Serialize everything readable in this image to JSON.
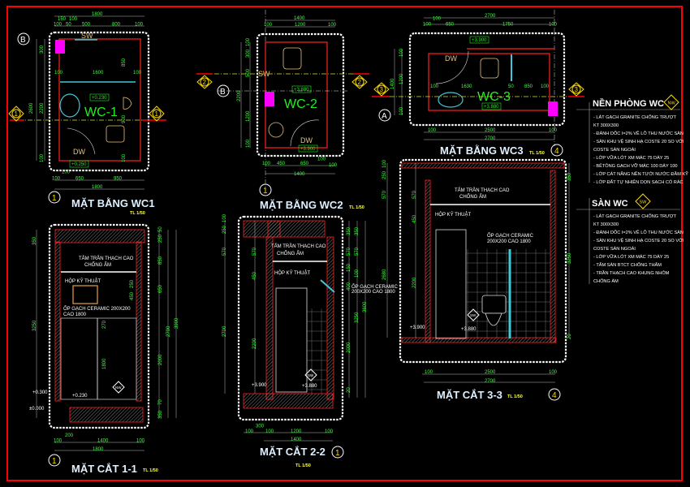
{
  "colors": {
    "background": "#000000",
    "border": "#ff0000",
    "walls": "#ff2020",
    "dimensions": "#3cff3c",
    "axis_markers": "#ffdd00",
    "fixtures": "#40c8d8",
    "window": "#ff00ff"
  },
  "wc1": {
    "title": "MẶT BẰNG WC1",
    "scale": "TL 1/50",
    "room": "WC-1",
    "door": "DW",
    "window": "SW",
    "levels": [
      "+0.230",
      "+0.250"
    ],
    "axes": {
      "row": "B",
      "grid": "1",
      "bottom": "1"
    },
    "dims_top": [
      "1800",
      "150",
      "100",
      "100",
      "50",
      "500",
      "800",
      "100"
    ],
    "dims_inner": [
      "100",
      "1600",
      "100",
      "850",
      "900",
      "100"
    ],
    "dims_left": [
      "300",
      "2600",
      "2200",
      "100"
    ],
    "dims_bottom": [
      "100",
      "100",
      "650",
      "950",
      "1800"
    ]
  },
  "wc2": {
    "title": "MẶT BẰNG WC2",
    "scale": "TL 1/50",
    "room": "WC-2",
    "door": "DW",
    "window": "SW",
    "levels": [
      "+3.880",
      "+3.900"
    ],
    "axes": {
      "row": "B",
      "grid": "2",
      "bottom": "1"
    },
    "dims_top": [
      "1400",
      "100",
      "1200",
      "100"
    ],
    "dims_left": [
      "300",
      "100",
      "500",
      "2200",
      "1200",
      "100"
    ],
    "dims_bottom": [
      "100",
      "450",
      "650",
      "100",
      "100",
      "1400"
    ]
  },
  "wc3": {
    "title": "MẶT BẰNG WC3",
    "scale": "TL 1/50",
    "room": "WC-3",
    "door": "DW",
    "levels": [
      "+3.900",
      "+3.880"
    ],
    "axes": {
      "row": "A",
      "grid": "3",
      "bottom": "4"
    },
    "dims_top": [
      "2700",
      "100",
      "100",
      "650",
      "1750",
      "100"
    ],
    "dims_inner": [
      "100",
      "1630",
      "50",
      "850",
      "100"
    ],
    "dims_left": [
      "1400",
      "100",
      "1200",
      "100"
    ],
    "dims_bottom": [
      "100",
      "2500",
      "100",
      "2700"
    ]
  },
  "notes": {
    "floor": {
      "heading": "NỀN PHÒNG WC",
      "badge": "NW",
      "items": [
        "- LÁT GẠCH GRANITE CHỐNG TRƯỢT",
        "KT 300X300",
        "- ĐÁNH DỐC I=2% VỀ LỖ THU NƯỚC SÀN",
        "- SÀN KHU VỆ SINH HẠ COSTE 20 SO VỚI",
        "COSTE SÀN NGOÀI",
        "- LỚP VỮA LÓT XM MÁC 75 DÀY 25",
        "- BÊTÔNG GẠCH VỠ MÁC 100 DÀY 100",
        "- LỚP CÁT NẰNG NỀN TƯỚI NƯỚC ĐẦM KỸ",
        "- LỚP ĐẤT TỰ NHIÊN DỌN SẠCH CỎ RÁC"
      ]
    },
    "slab": {
      "heading": "SÀN WC",
      "badge": "SW",
      "items": [
        "- LÁT GẠCH GRANITE CHỐNG TRƯỢT",
        "KT 300X300",
        "- ĐÁNH DỐC I=2% VỀ LỖ THU NƯỚC SÀN",
        "- SÀN KHU VỆ SINH HẠ COSTE 20 SO VỚI",
        "COSTE SÀN NGOÀI",
        "- LỚP VỮA LÓT XM MÁC 75 DÀY 25",
        "- TẤM SÀN BTCT CHỐNG THẤM",
        "- TRẦN THẠCH CAO KHUNG NHÔM",
        "CHỐNG ẨM"
      ]
    }
  },
  "sec1": {
    "title": "MẶT CẮT 1-1",
    "scale": "TL 1/50",
    "axis": "1",
    "ceiling": "TẤM TRẦN THẠCH CAO",
    "ceiling2": "CHỐNG ẨM",
    "duct": "HỘP KỸ THUẬT",
    "tile": "ỐP GẠCH CERAMIC 200X200",
    "tile2": "CAO 1800",
    "badge": "NW",
    "levels": [
      "+0.300",
      "+0.230",
      "±0.000"
    ],
    "dims_left": [
      "350",
      "3250"
    ],
    "dims_inner": [
      "250",
      "450",
      "270",
      "1800"
    ],
    "dims_right": [
      "50",
      "250",
      "850",
      "650",
      "2700",
      "3900",
      "2000",
      "70",
      "350"
    ],
    "dims_bottom": [
      "200",
      "100",
      "1400",
      "100",
      "1800"
    ]
  },
  "sec2": {
    "title": "MẶT CẮT 2-2",
    "scale": "TL 1/50",
    "axis": "1",
    "ceiling": "TẤM TRẦN THẠCH CAO",
    "ceiling2": "CHỐNG ẨM",
    "duct": "HỘP KỸ THUẬT",
    "tile": "ỐP GẠCH CERAMIC",
    "tile2": "200X200 CAO 1800",
    "badge": "SW",
    "levels": [
      "+3.900",
      "+3.880"
    ],
    "dims_left": [
      "250",
      "100",
      "570",
      "2700",
      "570",
      "450",
      "2200"
    ],
    "dims_right": [
      "350",
      "350",
      "570",
      "570",
      "150",
      "100",
      "400",
      "3250",
      "3600",
      "2000",
      "20"
    ],
    "dims_bottom": [
      "300",
      "100",
      "100",
      "1200",
      "100",
      "1400"
    ]
  },
  "sec3": {
    "title": "MẶT CẮT 3-3",
    "scale": "TL 1/50",
    "axis": "4",
    "ceiling": "TẤM TRẦN THẠCH CAO",
    "ceiling2": "CHỐNG ẨM",
    "duct": "HỘP KỸ THUẬT",
    "tile": "ỐP GẠCH CERAMIC",
    "tile2": "200X200 CAO 1800",
    "badge": "SW",
    "levels": [
      "+3.900",
      "+3.880"
    ],
    "dims_left": [
      "250",
      "100",
      "570",
      "570",
      "2680",
      "450",
      "2200"
    ],
    "dims_right": [
      "350",
      "3250",
      "20"
    ],
    "dims_bottom": [
      "100",
      "2500",
      "100",
      "2700"
    ]
  }
}
